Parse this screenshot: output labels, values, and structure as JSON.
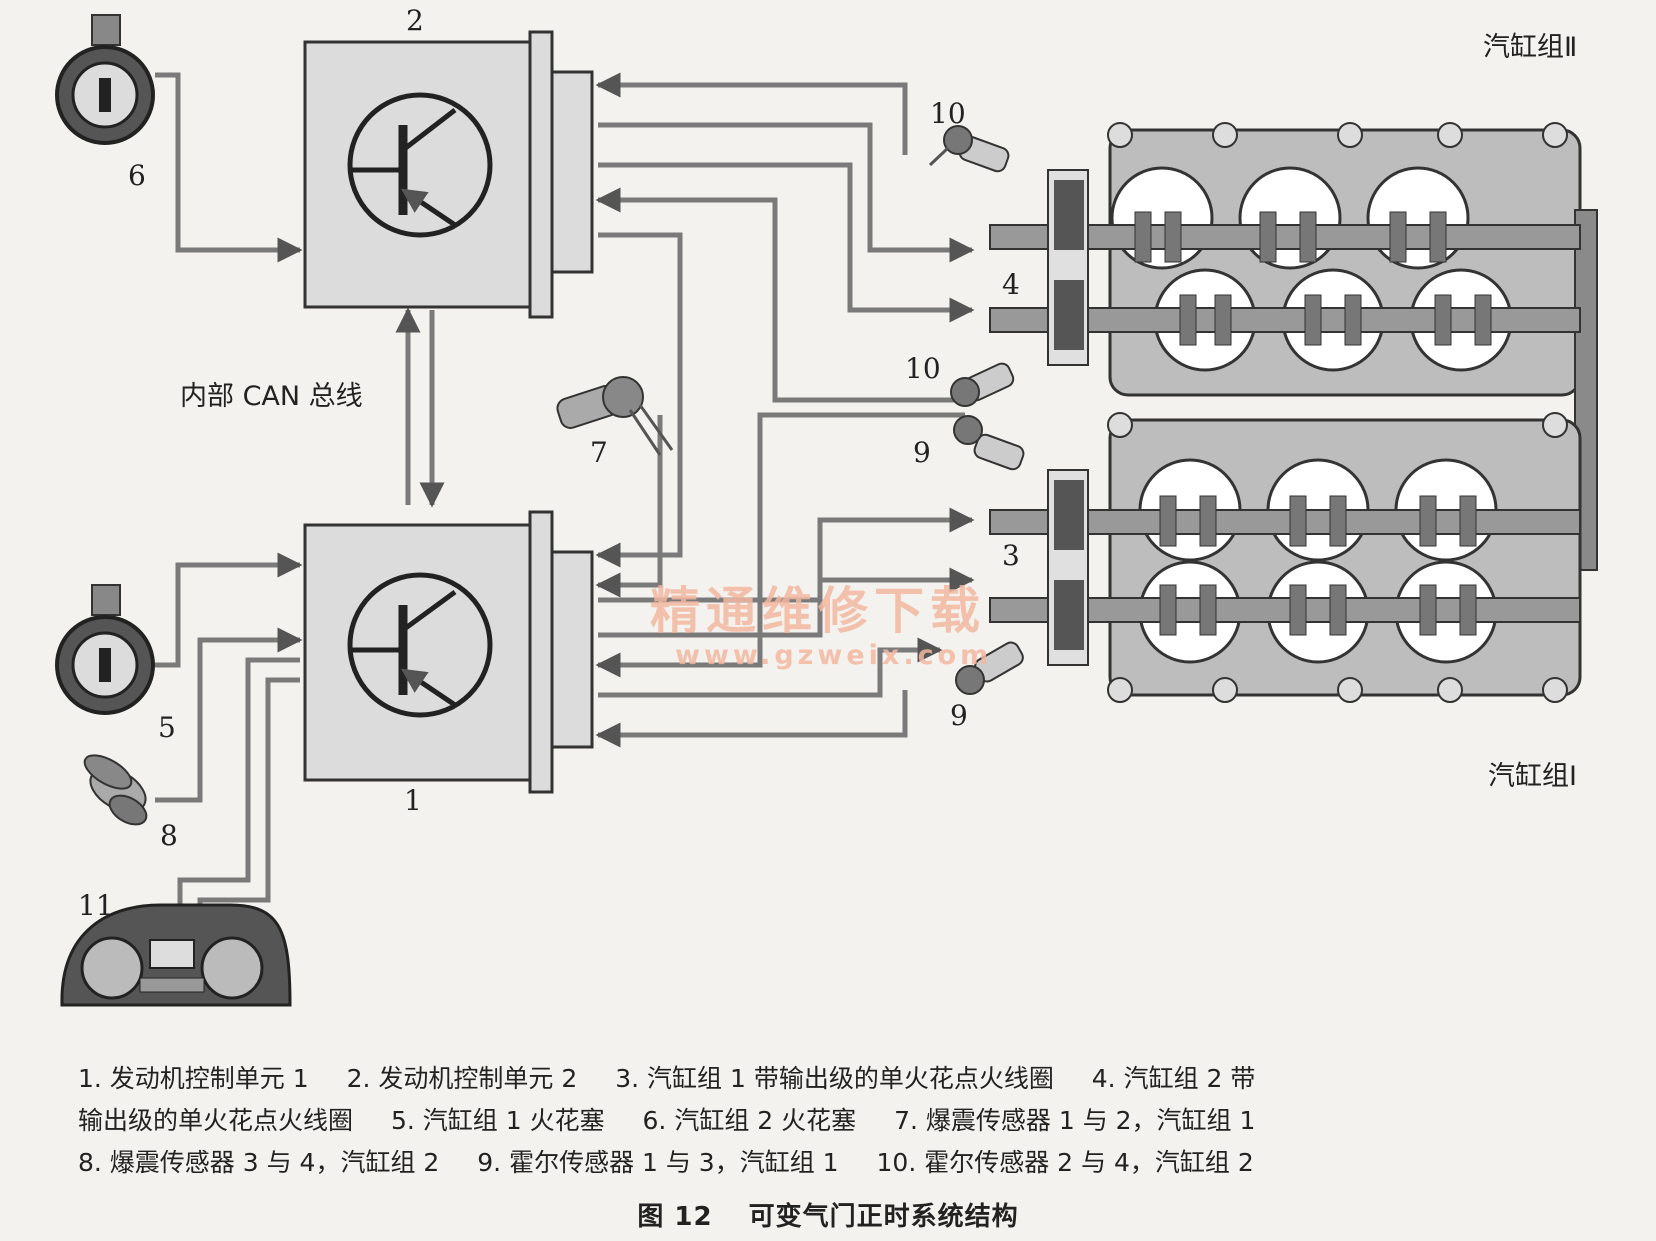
{
  "labels": {
    "n1": "1",
    "n2": "2",
    "n3": "3",
    "n4": "4",
    "n5": "5",
    "n6": "6",
    "n7": "7",
    "n8": "8",
    "n9a": "9",
    "n9b": "9",
    "n10a": "10",
    "n10b": "10",
    "n11": "11",
    "can_bus": "内部 CAN 总线",
    "bank2": "汽缸组Ⅱ",
    "bank1": "汽缸组Ⅰ"
  },
  "watermark": {
    "line1": "精通维修下载",
    "line2": "www.gzweix.com"
  },
  "legend": [
    [
      "1. 发动机控制单元 1",
      "2. 发动机控制单元 2",
      "3. 汽缸组 1 带输出级的单火花点火线圈",
      "4. 汽缸组 2 带"
    ],
    [
      "输出级的单火花点火线圈",
      "5. 汽缸组 1 火花塞",
      "6. 汽缸组 2 火花塞",
      "7. 爆震传感器 1 与 2，汽缸组 1"
    ],
    [
      "8. 爆震传感器 3 与 4，汽缸组 2",
      "9. 霍尔传感器 1 与 3，汽缸组 1",
      "10. 霍尔传感器 2 与 4，汽缸组 2"
    ]
  ],
  "caption": {
    "figure": "图 12",
    "title": "可变气门正时系统结构"
  }
}
